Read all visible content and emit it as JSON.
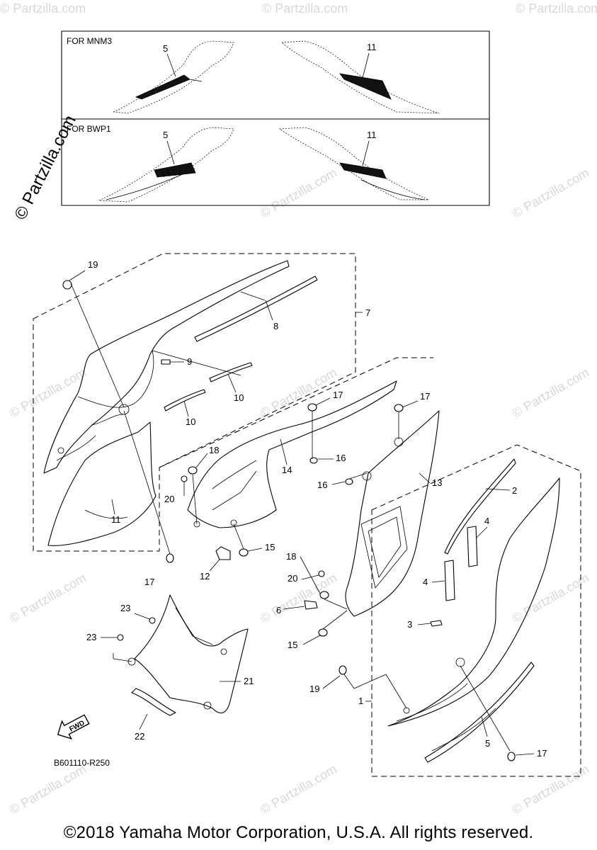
{
  "watermark": {
    "side_text": "© Partzilla.com",
    "tile_text": "© Partzilla.com"
  },
  "inset": {
    "panel_1_label": "FOR MNM3",
    "panel_2_label": "FOR BWP1",
    "panel_1_left_callout": "5",
    "panel_1_right_callout": "11",
    "panel_2_left_callout": "5",
    "panel_2_right_callout": "11"
  },
  "callouts": {
    "c1": "1",
    "c2": "2",
    "c3": "3",
    "c4a": "4",
    "c4b": "4",
    "c5": "5",
    "c6": "6",
    "c7": "7",
    "c8": "8",
    "c9": "9",
    "c10a": "10",
    "c10b": "10",
    "c11": "11",
    "c12": "12",
    "c13": "13",
    "c14": "14",
    "c15a": "15",
    "c15b": "15",
    "c16a": "16",
    "c16b": "16",
    "c17a": "17",
    "c17b": "17",
    "c17c": "17",
    "c17d": "17",
    "c18a": "18",
    "c18b": "18",
    "c19a": "19",
    "c19b": "19",
    "c20a": "20",
    "c20b": "20",
    "c21": "21",
    "c22": "22",
    "c23a": "23",
    "c23b": "23"
  },
  "fwd_label": "FWD",
  "diagram_code": "B601110-R250",
  "copyright": "©2018 Yamaha Motor Corporation, U.S.A. All rights reserved."
}
